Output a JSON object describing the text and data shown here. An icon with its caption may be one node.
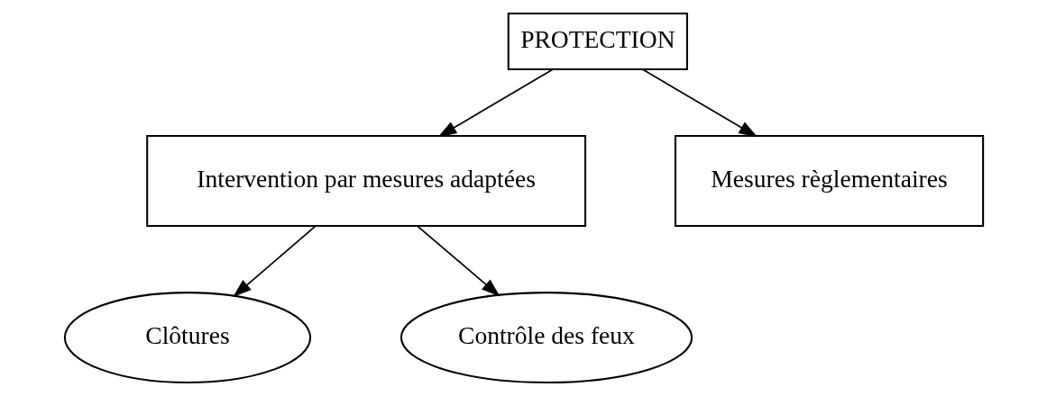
{
  "diagram": {
    "nodes": [
      {
        "text": [
          "PROTECTION"
        ]
      },
      {
        "text": [
          "Intervention par mesures adaptées"
        ]
      },
      {
        "text": [
          "Mesures règlementaires"
        ]
      },
      {
        "text": [
          "Clôtures"
        ]
      },
      {
        "text": [
          "Contrôle des feux"
        ]
      }
    ],
    "edges": [
      {
        "from": 0,
        "to": 1,
        "arrow": "to"
      },
      {
        "from": 0,
        "to": 2,
        "arrow": "to"
      },
      {
        "from": 1,
        "to": 3,
        "arrow": "to"
      },
      {
        "from": 1,
        "to": 4,
        "arrow": "to"
      }
    ]
  }
}
